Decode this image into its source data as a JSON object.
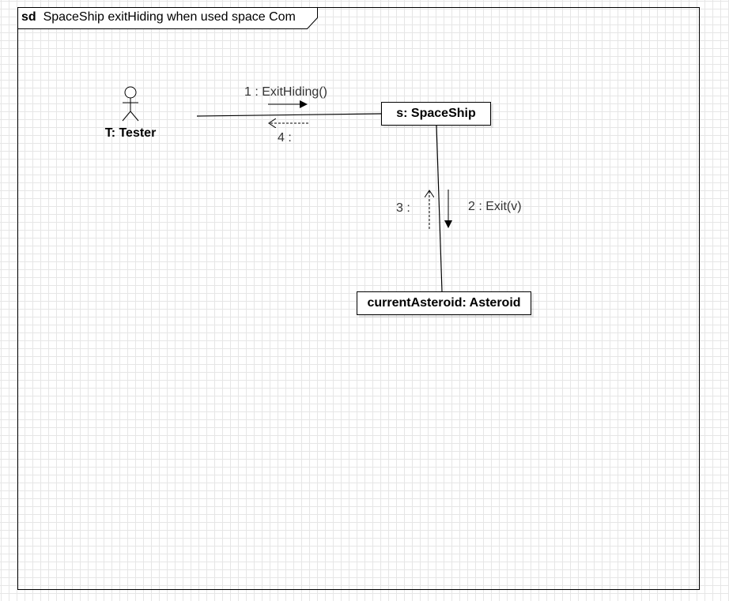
{
  "frame": {
    "keyword": "sd",
    "title": "SpaceShip exitHiding  when used space Com"
  },
  "actor": {
    "name": "T: Tester"
  },
  "objects": {
    "spaceship": "s: SpaceShip",
    "asteroid": "currentAsteroid: Asteroid"
  },
  "messages": {
    "m1": "1 : ExitHiding()",
    "m2": "2 : Exit(v)",
    "m3": "3 :",
    "m4": "4 :"
  }
}
